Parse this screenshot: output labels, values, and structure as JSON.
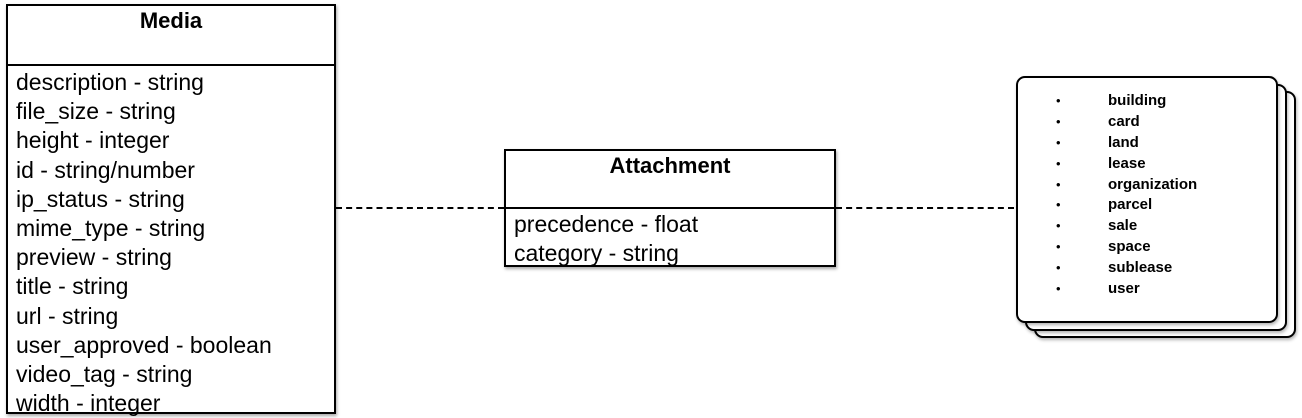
{
  "media": {
    "title": "Media",
    "attributes": [
      "description - string",
      "file_size - string",
      "height - integer",
      "id - string/number",
      "ip_status - string",
      "mime_type - string",
      "preview - string",
      "title - string",
      "url - string",
      "user_approved - boolean",
      "video_tag - string",
      "width - integer"
    ]
  },
  "attachment": {
    "title": "Attachment",
    "attributes": [
      "precedence - float",
      "category - string"
    ]
  },
  "attachable_types": {
    "bullet": "•",
    "items": [
      "building",
      "card",
      "land",
      "lease",
      "organization",
      "parcel",
      "sale",
      "space",
      "sublease",
      "user"
    ]
  }
}
